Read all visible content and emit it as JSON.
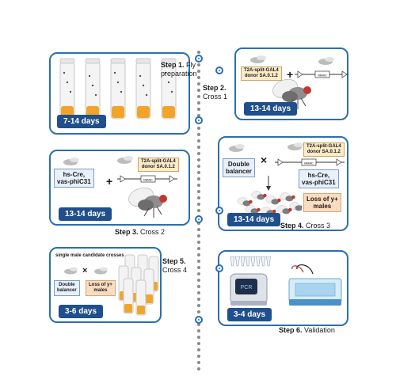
{
  "steps": [
    {
      "number": "Step 1.",
      "name": "Fly",
      "name2": "preparation",
      "duration": "7-14 days"
    },
    {
      "number": "Step 2.",
      "name": "Cross 1",
      "duration": "13-14 days"
    },
    {
      "number": "Step 3.",
      "name": "Cross 2",
      "duration": "13-14 days"
    },
    {
      "number": "Step 4.",
      "name": "Cross 3",
      "duration": "13-14 days"
    },
    {
      "number": "Step 5.",
      "name": "Cross 4",
      "duration": "3-6 days"
    },
    {
      "number": "Step 6.",
      "name": "Validation",
      "duration": "3-4 days"
    }
  ],
  "labels": {
    "donor_line1": "T2A-split-GAL4",
    "donor_line2": "donor SA.0.1.2",
    "mimic": "MiMIC",
    "hs_cre_line1": "hs-Cre,",
    "hs_cre_line2": "vas-phiC31",
    "double_balancer_line1": "Double",
    "double_balancer_line2": "balancer",
    "loss_line1": "Loss of y+",
    "loss_line2": "males",
    "single_male": "single male candidate crosses",
    "pcr": "PCR",
    "plus": "+",
    "times": "×"
  },
  "colors": {
    "panel_border": "#2a6fb0",
    "duration_bg": "#1f4f8c",
    "fly_food": "#f0a52a",
    "timeline": "#8a8a8a"
  }
}
